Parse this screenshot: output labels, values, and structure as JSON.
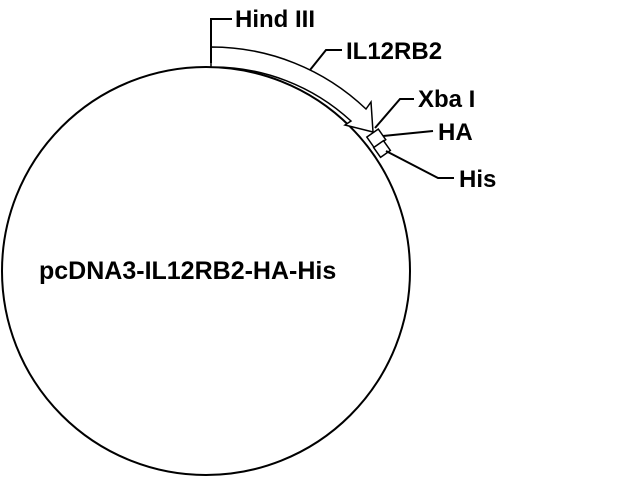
{
  "plasmid": {
    "name": "pcDNA3-IL12RB2-HA-His"
  },
  "features": {
    "insert": "IL12RB2",
    "site_5prime": "Hind III",
    "site_3prime": "Xba I",
    "tag1": "HA",
    "tag2": "His"
  },
  "colors": {
    "line": "#000000",
    "background": "#ffffff"
  }
}
